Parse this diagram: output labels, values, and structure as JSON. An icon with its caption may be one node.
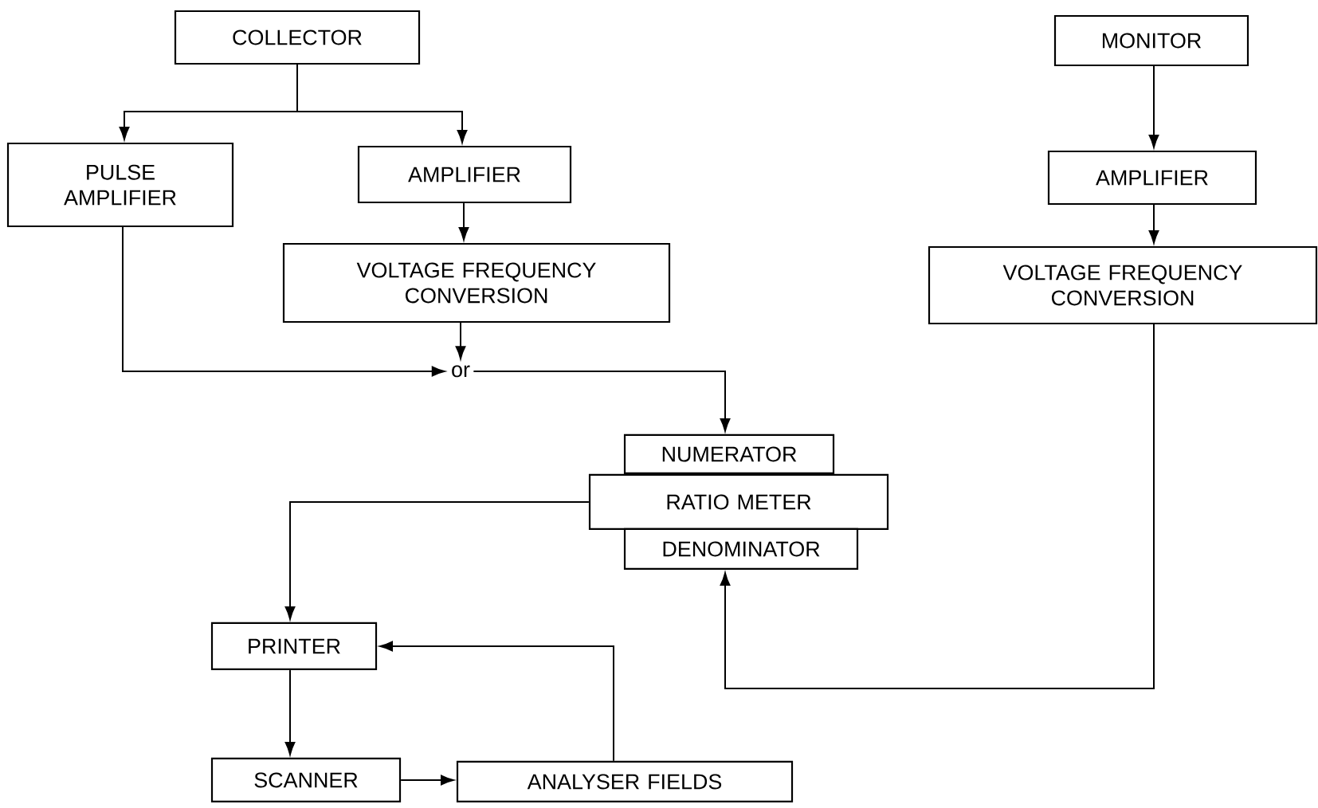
{
  "diagram": {
    "nodes": [
      {
        "text": [
          "COLLECTOR"
        ]
      },
      {
        "text": [
          "PULSE AMPLIFIER"
        ]
      },
      {
        "text": [
          "AMPLIFIER"
        ]
      },
      {
        "text": [
          "VOLTAGE FREQUENCY CONVERSION"
        ]
      },
      {
        "text": [
          "or"
        ]
      },
      {
        "text": [
          "MONITOR"
        ]
      },
      {
        "text": [
          "AMPLIFIER"
        ]
      },
      {
        "text": [
          "VOLTAGE FREQUENCY CONVERSION"
        ]
      },
      {
        "text": [
          "NUMERATOR"
        ]
      },
      {
        "text": [
          "RATIO METER"
        ]
      },
      {
        "text": [
          "DENOMINATOR"
        ]
      },
      {
        "text": [
          "PRINTER"
        ]
      },
      {
        "text": [
          "SCANNER"
        ]
      },
      {
        "text": [
          "ANALYSER FIELDS"
        ]
      }
    ],
    "edges": [
      {
        "from": 0,
        "to": 1,
        "arrow": "to"
      },
      {
        "from": 0,
        "to": 2,
        "arrow": "to"
      },
      {
        "from": 2,
        "to": 3,
        "arrow": "to"
      },
      {
        "from": 3,
        "to": 4,
        "arrow": "to"
      },
      {
        "from": 1,
        "to": 4,
        "arrow": "to"
      },
      {
        "from": 4,
        "to": 8,
        "arrow": "to"
      },
      {
        "from": 5,
        "to": 6,
        "arrow": "to"
      },
      {
        "from": 6,
        "to": 7,
        "arrow": "to"
      },
      {
        "from": 7,
        "to": 10,
        "arrow": "to"
      },
      {
        "from": 9,
        "to": 11,
        "arrow": "to"
      },
      {
        "from": 11,
        "to": 12,
        "arrow": "to"
      },
      {
        "from": 12,
        "to": 13,
        "arrow": "to"
      },
      {
        "from": 13,
        "to": 11,
        "arrow": "to"
      }
    ]
  }
}
